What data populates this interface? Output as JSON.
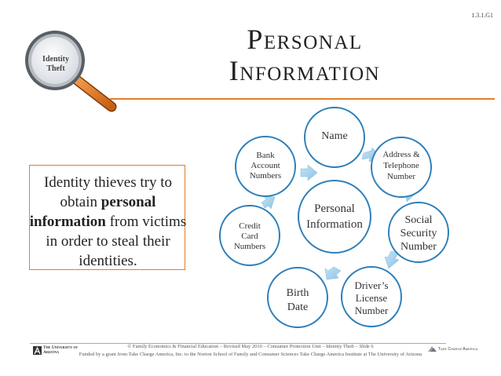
{
  "slide_code": "1.3.1.G1",
  "magnifier": {
    "label_line1": "Identity",
    "label_line2": "Theft"
  },
  "title": {
    "line1": "Personal",
    "line2": "Information"
  },
  "sidebar_text": {
    "part1": "Identity thieves try to obtain ",
    "highlight": "personal information",
    "part2": " from victims in order to steal their identities."
  },
  "diagram": {
    "center": {
      "line1": "Personal",
      "line2": "Information"
    },
    "nodes": [
      {
        "id": "name",
        "lines": [
          "Name"
        ]
      },
      {
        "id": "address",
        "lines": [
          "Address &",
          "Telephone",
          "Number"
        ]
      },
      {
        "id": "ssn",
        "lines": [
          "Social",
          "Security",
          "Number"
        ]
      },
      {
        "id": "license",
        "lines": [
          "Driver’s",
          "License",
          "Number"
        ]
      },
      {
        "id": "birth",
        "lines": [
          "Birth",
          "Date"
        ]
      },
      {
        "id": "credit",
        "lines": [
          "Credit",
          "Card",
          "Numbers"
        ]
      },
      {
        "id": "bank",
        "lines": [
          "Bank",
          "Account",
          "Numbers"
        ]
      }
    ]
  },
  "footer": {
    "line1": "© Family Economics & Financial Education – Revised May 2010 – Consumer Protection Unit – Identity Theft – Slide 6",
    "line2": "Funded by a grant from Take Charge America, Inc. to the Norton School of Family and Consumer Sciences Take Charge America Institute at The University of Arizona",
    "ua_logo_text": "The University of Arizona",
    "tca_logo_text": "Take Charge America"
  },
  "colors": {
    "accent_orange": "#e07f2a",
    "circle_stroke": "#2e7fb9",
    "arrow_fill": "#a8d2ec"
  }
}
